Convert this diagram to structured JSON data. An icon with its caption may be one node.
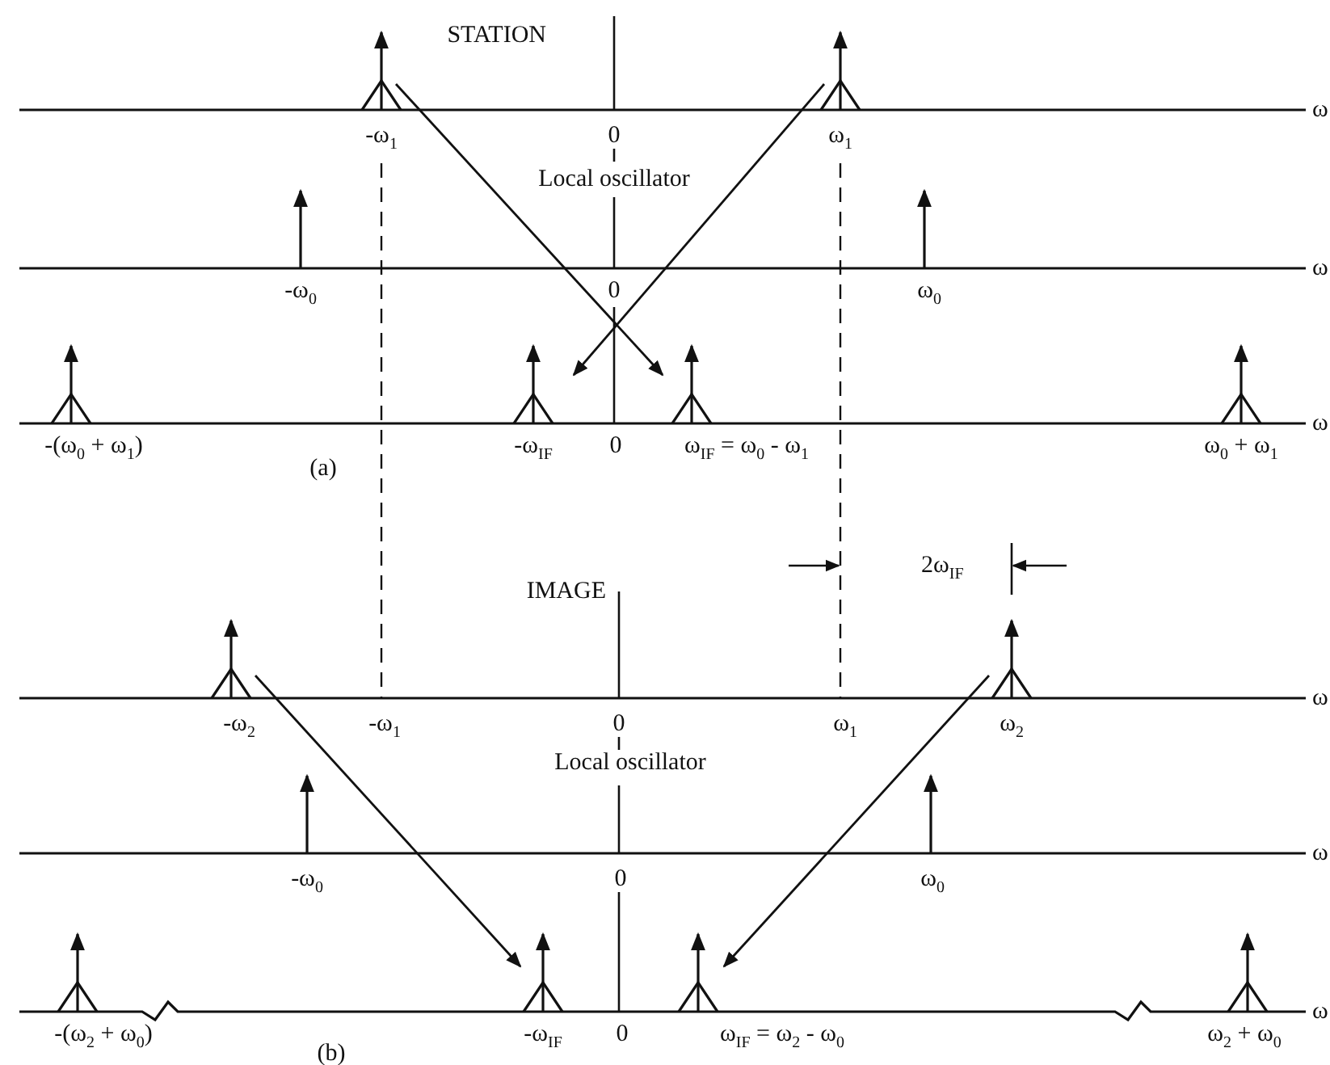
{
  "diagram": {
    "labels": [
      "STATION",
      "-ω$_{1}$",
      "0",
      "ω$_{1}$",
      "ω",
      "Local oscillator",
      "-ω$_{0}$",
      "0",
      "ω$_{0}$",
      "ω",
      "-(ω$_{0}$ + ω$_{1}$)",
      "-ω$_{IF}$",
      "0",
      "ω$_{IF}$ = ω$_{0}$ - ω$_{1}$",
      "ω$_{0}$ + ω$_{1}$",
      "ω",
      "(a)",
      "2ω$_{IF}$",
      "IMAGE",
      "-ω$_{2}$",
      "-ω$_{1}$",
      "0",
      "ω$_{1}$",
      "ω$_{2}$",
      "ω",
      "Local oscillator",
      "-ω$_{0}$",
      "0",
      "ω$_{0}$",
      "ω",
      "-(ω$_{2}$ + ω$_{0}$)",
      "-ω$_{IF}$",
      "0",
      "ω$_{IF}$ = ω$_{2}$ - ω$_{0}$",
      "ω$_{2}$ + ω$_{0}$",
      "ω",
      "(b)"
    ]
  }
}
